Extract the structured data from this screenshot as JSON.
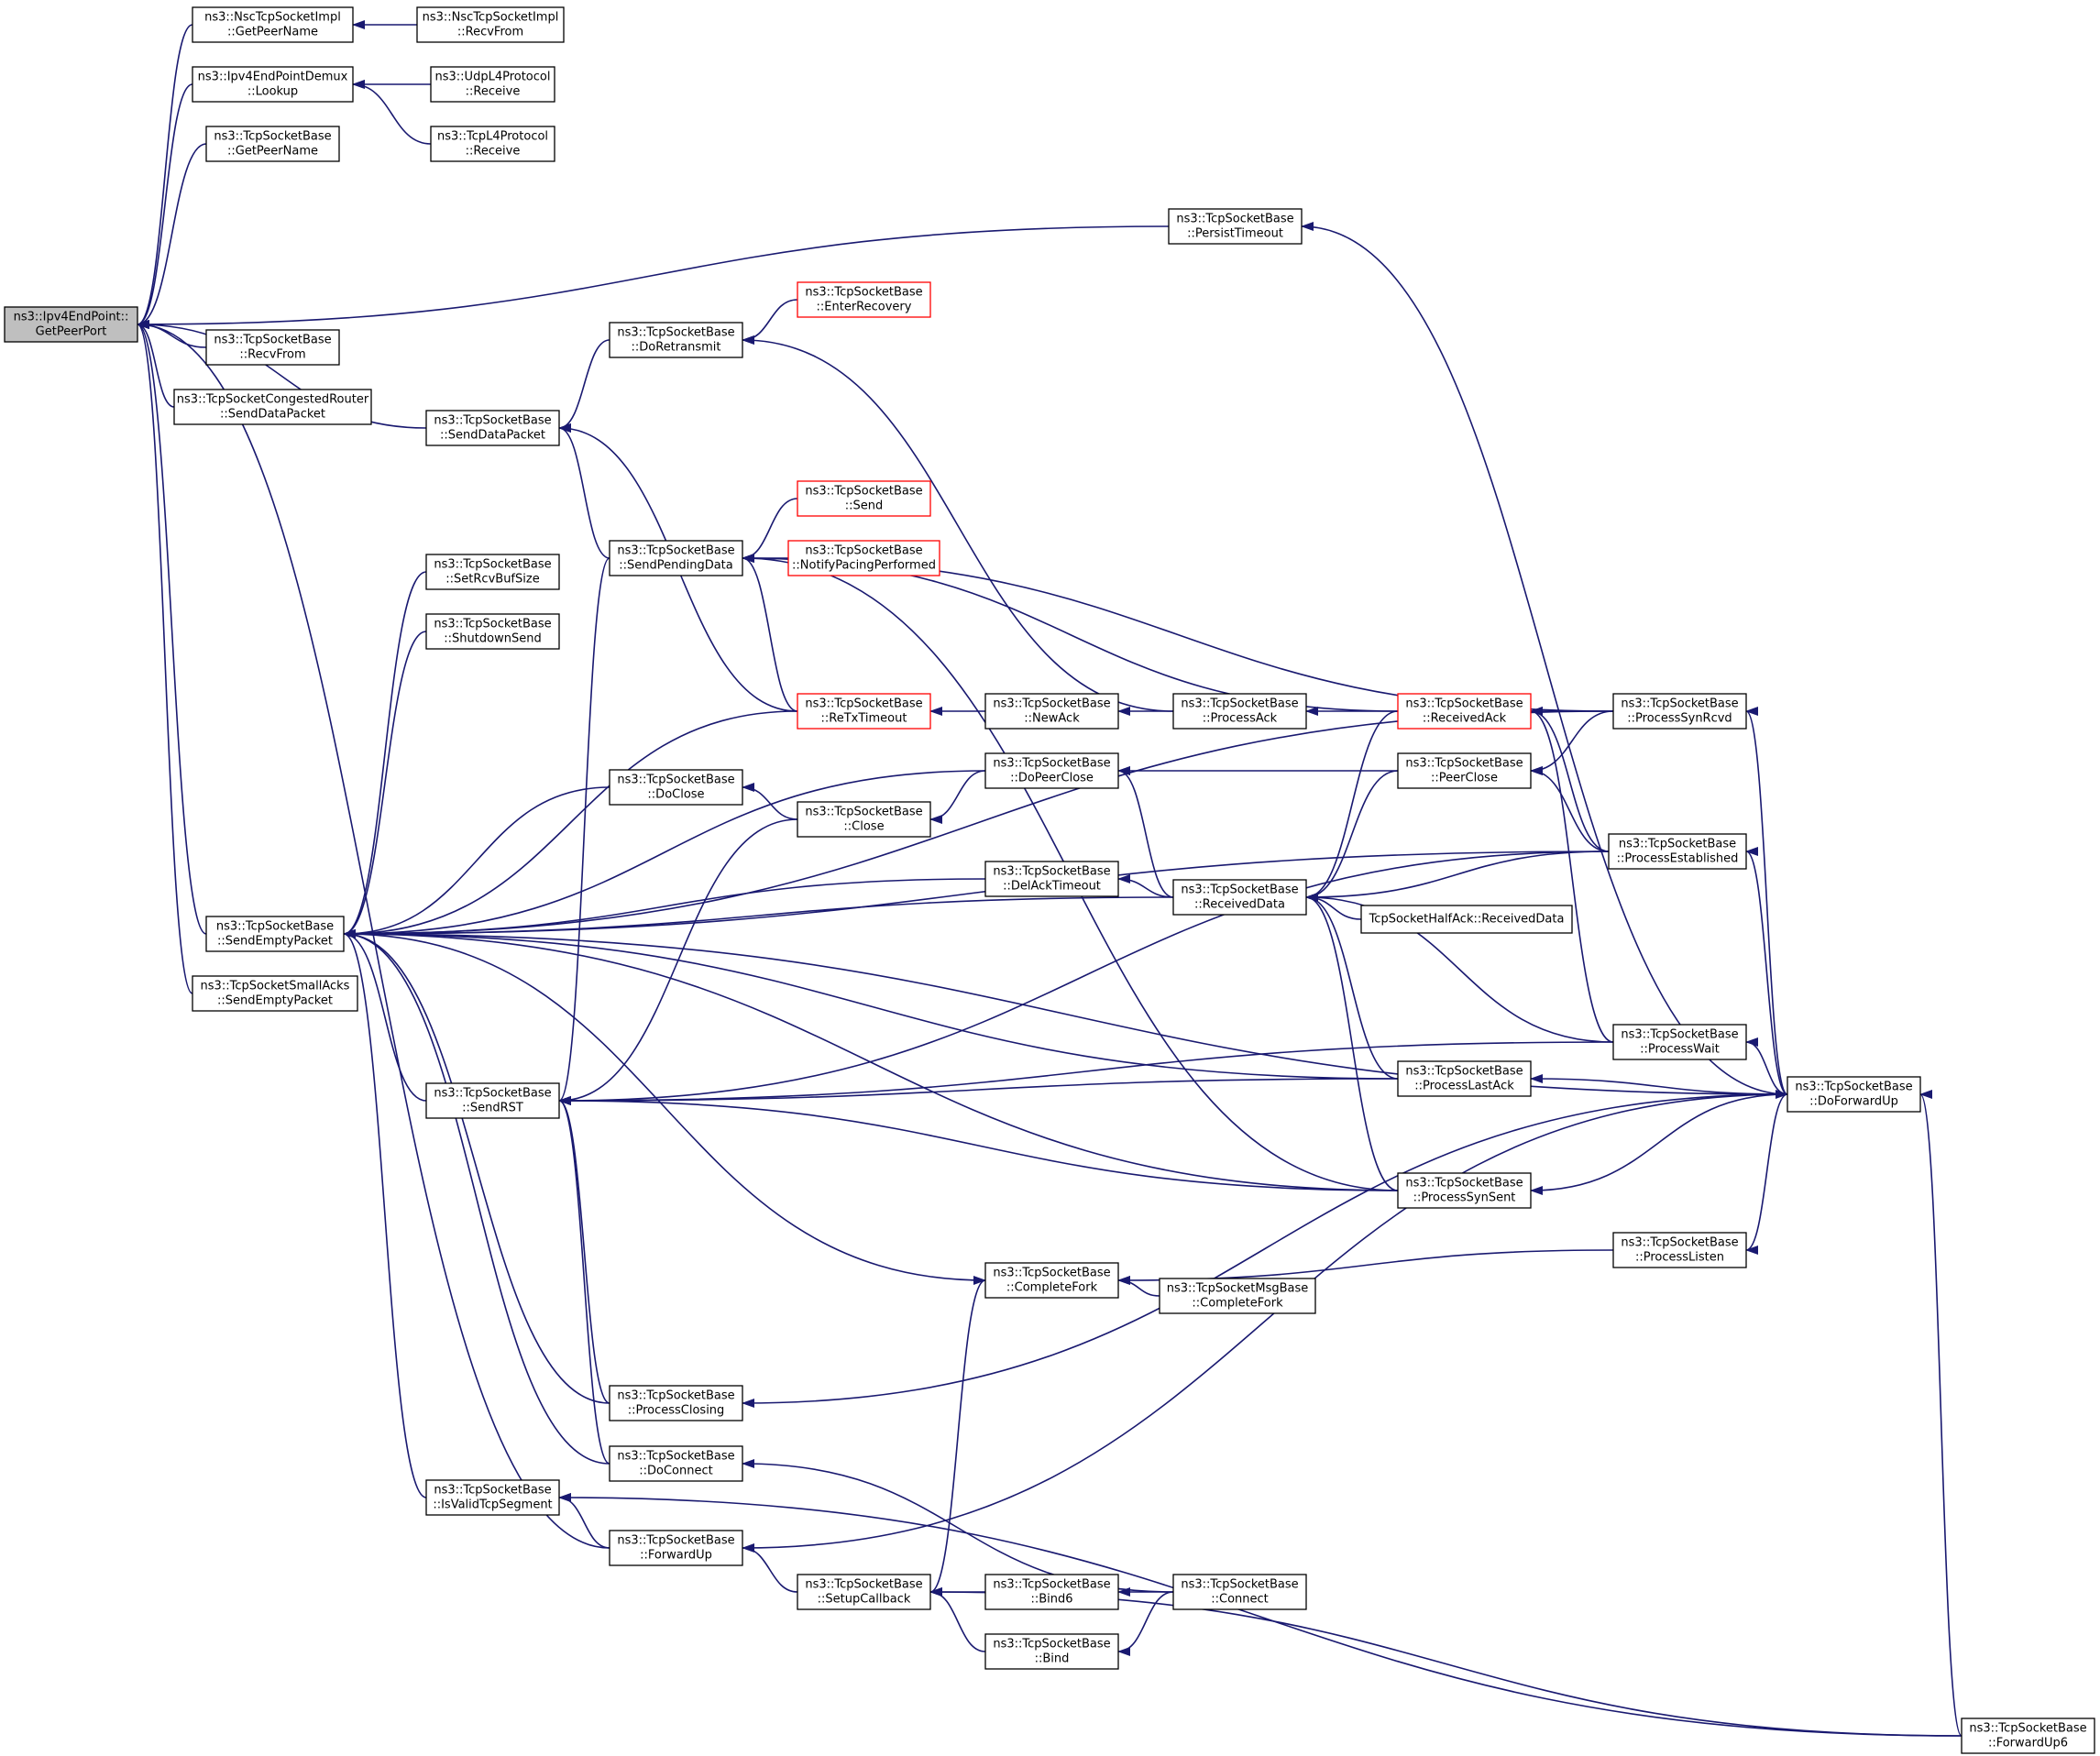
{
  "graph": {
    "nodes": [
      {
        "id": "gpp",
        "lines": [
          "ns3::Ipv4EndPoint::",
          "GetPeerPort"
        ],
        "style": "focus"
      },
      {
        "id": "nsc_gpn",
        "lines": [
          "ns3::NscTcpSocketImpl",
          "::GetPeerName"
        ],
        "style": "normal"
      },
      {
        "id": "nsc_rf",
        "lines": [
          "ns3::NscTcpSocketImpl",
          "::RecvFrom"
        ],
        "style": "normal"
      },
      {
        "id": "demux",
        "lines": [
          "ns3::Ipv4EndPointDemux",
          "::Lookup"
        ],
        "style": "normal"
      },
      {
        "id": "udp",
        "lines": [
          "ns3::UdpL4Protocol",
          "::Receive"
        ],
        "style": "normal"
      },
      {
        "id": "tcpl4",
        "lines": [
          "ns3::TcpL4Protocol",
          "::Receive"
        ],
        "style": "normal"
      },
      {
        "id": "tsb_gpn",
        "lines": [
          "ns3::TcpSocketBase",
          "::GetPeerName"
        ],
        "style": "normal"
      },
      {
        "id": "persist",
        "lines": [
          "ns3::TcpSocketBase",
          "::PersistTimeout"
        ],
        "style": "normal"
      },
      {
        "id": "enterrec",
        "lines": [
          "ns3::TcpSocketBase",
          "::EnterRecovery"
        ],
        "style": "red"
      },
      {
        "id": "doretx",
        "lines": [
          "ns3::TcpSocketBase",
          "::DoRetransmit"
        ],
        "style": "normal"
      },
      {
        "id": "recvfrom",
        "lines": [
          "ns3::TcpSocketBase",
          "::RecvFrom"
        ],
        "style": "normal"
      },
      {
        "id": "congested",
        "lines": [
          "ns3::TcpSocketCongestedRouter",
          "::SendDataPacket"
        ],
        "style": "normal"
      },
      {
        "id": "senddata",
        "lines": [
          "ns3::TcpSocketBase",
          "::SendDataPacket"
        ],
        "style": "normal"
      },
      {
        "id": "send",
        "lines": [
          "ns3::TcpSocketBase",
          "::Send"
        ],
        "style": "red"
      },
      {
        "id": "sendpend",
        "lines": [
          "ns3::TcpSocketBase",
          "::SendPendingData"
        ],
        "style": "normal"
      },
      {
        "id": "notifypace",
        "lines": [
          "ns3::TcpSocketBase",
          "::NotifyPacingPerformed"
        ],
        "style": "red"
      },
      {
        "id": "setrcv",
        "lines": [
          "ns3::TcpSocketBase",
          "::SetRcvBufSize"
        ],
        "style": "normal"
      },
      {
        "id": "shutdown",
        "lines": [
          "ns3::TcpSocketBase",
          "::ShutdownSend"
        ],
        "style": "normal"
      },
      {
        "id": "retxto",
        "lines": [
          "ns3::TcpSocketBase",
          "::ReTxTimeout"
        ],
        "style": "red"
      },
      {
        "id": "newack",
        "lines": [
          "ns3::TcpSocketBase",
          "::NewAck"
        ],
        "style": "normal"
      },
      {
        "id": "procack",
        "lines": [
          "ns3::TcpSocketBase",
          "::ProcessAck"
        ],
        "style": "normal"
      },
      {
        "id": "recvack",
        "lines": [
          "ns3::TcpSocketBase",
          "::ReceivedAck"
        ],
        "style": "red"
      },
      {
        "id": "synrcvd",
        "lines": [
          "ns3::TcpSocketBase",
          "::ProcessSynRcvd"
        ],
        "style": "normal"
      },
      {
        "id": "doclose",
        "lines": [
          "ns3::TcpSocketBase",
          "::DoClose"
        ],
        "style": "normal"
      },
      {
        "id": "close",
        "lines": [
          "ns3::TcpSocketBase",
          "::Close"
        ],
        "style": "normal"
      },
      {
        "id": "dopeerclose",
        "lines": [
          "ns3::TcpSocketBase",
          "::DoPeerClose"
        ],
        "style": "normal"
      },
      {
        "id": "peerclose",
        "lines": [
          "ns3::TcpSocketBase",
          "::PeerClose"
        ],
        "style": "normal"
      },
      {
        "id": "established",
        "lines": [
          "ns3::TcpSocketBase",
          "::ProcessEstablished"
        ],
        "style": "normal"
      },
      {
        "id": "delack",
        "lines": [
          "ns3::TcpSocketBase",
          "::DelAckTimeout"
        ],
        "style": "normal"
      },
      {
        "id": "recvdata",
        "lines": [
          "ns3::TcpSocketBase",
          "::ReceivedData"
        ],
        "style": "normal"
      },
      {
        "id": "halfack",
        "lines": [
          "TcpSocketHalfAck::ReceivedData"
        ],
        "style": "normal"
      },
      {
        "id": "sendempty",
        "lines": [
          "ns3::TcpSocketBase",
          "::SendEmptyPacket"
        ],
        "style": "normal"
      },
      {
        "id": "smallacks",
        "lines": [
          "ns3::TcpSocketSmallAcks",
          "::SendEmptyPacket"
        ],
        "style": "normal"
      },
      {
        "id": "procwait",
        "lines": [
          "ns3::TcpSocketBase",
          "::ProcessWait"
        ],
        "style": "normal"
      },
      {
        "id": "sendrst",
        "lines": [
          "ns3::TcpSocketBase",
          "::SendRST"
        ],
        "style": "normal"
      },
      {
        "id": "lastack",
        "lines": [
          "ns3::TcpSocketBase",
          "::ProcessLastAck"
        ],
        "style": "normal"
      },
      {
        "id": "dofwdup",
        "lines": [
          "ns3::TcpSocketBase",
          "::DoForwardUp"
        ],
        "style": "normal"
      },
      {
        "id": "synsent",
        "lines": [
          "ns3::TcpSocketBase",
          "::ProcessSynSent"
        ],
        "style": "normal"
      },
      {
        "id": "listen",
        "lines": [
          "ns3::TcpSocketBase",
          "::ProcessListen"
        ],
        "style": "normal"
      },
      {
        "id": "compfork",
        "lines": [
          "ns3::TcpSocketBase",
          "::CompleteFork"
        ],
        "style": "normal"
      },
      {
        "id": "msgfork",
        "lines": [
          "ns3::TcpSocketMsgBase",
          "::CompleteFork"
        ],
        "style": "normal"
      },
      {
        "id": "closing",
        "lines": [
          "ns3::TcpSocketBase",
          "::ProcessClosing"
        ],
        "style": "normal"
      },
      {
        "id": "doconnect",
        "lines": [
          "ns3::TcpSocketBase",
          "::DoConnect"
        ],
        "style": "normal"
      },
      {
        "id": "validseg",
        "lines": [
          "ns3::TcpSocketBase",
          "::IsValidTcpSegment"
        ],
        "style": "normal"
      },
      {
        "id": "fwdup",
        "lines": [
          "ns3::TcpSocketBase",
          "::ForwardUp"
        ],
        "style": "normal"
      },
      {
        "id": "setupcb",
        "lines": [
          "ns3::TcpSocketBase",
          "::SetupCallback"
        ],
        "style": "normal"
      },
      {
        "id": "bind6",
        "lines": [
          "ns3::TcpSocketBase",
          "::Bind6"
        ],
        "style": "normal"
      },
      {
        "id": "connect",
        "lines": [
          "ns3::TcpSocketBase",
          "::Connect"
        ],
        "style": "normal"
      },
      {
        "id": "bind",
        "lines": [
          "ns3::TcpSocketBase",
          "::Bind"
        ],
        "style": "normal"
      },
      {
        "id": "fwdup6",
        "lines": [
          "ns3::TcpSocketBase",
          "::ForwardUp6"
        ],
        "style": "normal"
      }
    ],
    "edges": [
      [
        "gpp",
        "nsc_gpn"
      ],
      [
        "nsc_gpn",
        "nsc_rf"
      ],
      [
        "gpp",
        "demux"
      ],
      [
        "demux",
        "udp"
      ],
      [
        "demux",
        "tcpl4"
      ],
      [
        "gpp",
        "tsb_gpn"
      ],
      [
        "gpp",
        "persist"
      ],
      [
        "gpp",
        "recvfrom"
      ],
      [
        "gpp",
        "congested"
      ],
      [
        "gpp",
        "senddata"
      ],
      [
        "gpp",
        "sendempty"
      ],
      [
        "gpp",
        "smallacks"
      ],
      [
        "gpp",
        "fwdup"
      ],
      [
        "persist",
        "dofwdup"
      ],
      [
        "doretx",
        "enterrec"
      ],
      [
        "doretx",
        "procack"
      ],
      [
        "senddata",
        "doretx"
      ],
      [
        "senddata",
        "sendpend"
      ],
      [
        "senddata",
        "retxto"
      ],
      [
        "sendpend",
        "send"
      ],
      [
        "sendpend",
        "notifypace"
      ],
      [
        "sendpend",
        "retxto"
      ],
      [
        "sendpend",
        "recvack"
      ],
      [
        "sendpend",
        "synrcvd"
      ],
      [
        "sendpend",
        "synsent"
      ],
      [
        "retxto",
        "newack"
      ],
      [
        "newack",
        "procack"
      ],
      [
        "procack",
        "recvack"
      ],
      [
        "recvack",
        "synrcvd"
      ],
      [
        "recvack",
        "established"
      ],
      [
        "recvack",
        "procwait"
      ],
      [
        "synrcvd",
        "dofwdup"
      ],
      [
        "doclose",
        "close"
      ],
      [
        "close",
        "dopeerclose"
      ],
      [
        "dopeerclose",
        "peerclose"
      ],
      [
        "dopeerclose",
        "recvdata"
      ],
      [
        "peerclose",
        "synrcvd"
      ],
      [
        "peerclose",
        "established"
      ],
      [
        "established",
        "dofwdup"
      ],
      [
        "delack",
        "recvdata"
      ],
      [
        "recvdata",
        "recvack"
      ],
      [
        "recvdata",
        "peerclose"
      ],
      [
        "recvdata",
        "established"
      ],
      [
        "recvdata",
        "halfack"
      ],
      [
        "recvdata",
        "procwait"
      ],
      [
        "recvdata",
        "lastack"
      ],
      [
        "recvdata",
        "synsent"
      ],
      [
        "procwait",
        "dofwdup"
      ],
      [
        "lastack",
        "dofwdup"
      ],
      [
        "synsent",
        "dofwdup"
      ],
      [
        "listen",
        "dofwdup"
      ],
      [
        "closing",
        "dofwdup"
      ],
      [
        "dofwdup",
        "fwdup"
      ],
      [
        "dofwdup",
        "fwdup6"
      ],
      [
        "sendempty",
        "synrcvd"
      ],
      [
        "sendempty",
        "setrcv"
      ],
      [
        "sendempty",
        "shutdown"
      ],
      [
        "sendempty",
        "retxto"
      ],
      [
        "sendempty",
        "doclose"
      ],
      [
        "sendempty",
        "dopeerclose"
      ],
      [
        "sendempty",
        "delack"
      ],
      [
        "sendempty",
        "recvdata"
      ],
      [
        "sendempty",
        "established"
      ],
      [
        "sendempty",
        "lastack"
      ],
      [
        "sendempty",
        "sendrst"
      ],
      [
        "sendempty",
        "compfork"
      ],
      [
        "sendempty",
        "dofwdup"
      ],
      [
        "sendempty",
        "synsent"
      ],
      [
        "sendempty",
        "closing"
      ],
      [
        "sendempty",
        "doconnect"
      ],
      [
        "sendempty",
        "validseg"
      ],
      [
        "sendrst",
        "sendpend"
      ],
      [
        "sendrst",
        "close"
      ],
      [
        "sendrst",
        "established"
      ],
      [
        "sendrst",
        "lastack"
      ],
      [
        "sendrst",
        "procwait"
      ],
      [
        "sendrst",
        "synsent"
      ],
      [
        "sendrst",
        "closing"
      ],
      [
        "sendrst",
        "doconnect"
      ],
      [
        "compfork",
        "listen"
      ],
      [
        "compfork",
        "msgfork"
      ],
      [
        "compfork",
        "setupcb"
      ],
      [
        "doconnect",
        "connect"
      ],
      [
        "validseg",
        "fwdup"
      ],
      [
        "validseg",
        "fwdup6"
      ],
      [
        "fwdup",
        "setupcb"
      ],
      [
        "setupcb",
        "bind6"
      ],
      [
        "setupcb",
        "bind"
      ],
      [
        "setupcb",
        "fwdup6"
      ],
      [
        "bind6",
        "connect"
      ],
      [
        "bind",
        "connect"
      ]
    ]
  }
}
